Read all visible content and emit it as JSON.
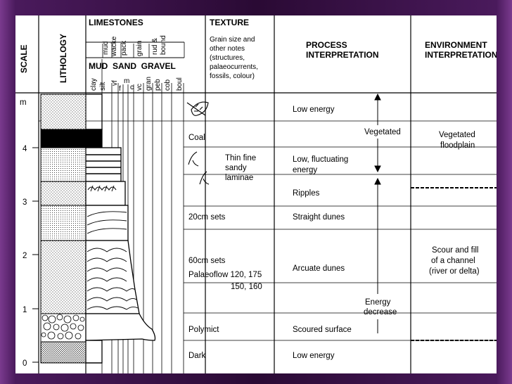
{
  "headers": {
    "scale": "SCALE",
    "lithology": "LITHOLOGY",
    "limestones": "LIMESTONES",
    "limestone_types": [
      "mud",
      "wacke",
      "pack",
      "grain",
      "rud &",
      "bound"
    ],
    "mud_sand_gravel": "MUD  SAND  GRAVEL",
    "grain_sizes": [
      "clay",
      "silt",
      "vf",
      "f",
      "m",
      "c",
      "vc",
      "gran",
      "peb",
      "cob",
      "boul"
    ],
    "texture_title": "TEXTURE",
    "texture_sub": [
      "Grain size and",
      "other notes",
      "(structures,",
      "palaeocurrents,",
      "fossils, colour)"
    ],
    "process_title": [
      "PROCESS",
      "INTERPRETATION"
    ],
    "environment_title": [
      "ENVIRONMENT",
      "INTERPRETATION"
    ]
  },
  "scale": {
    "unit": "m",
    "ticks": [
      "4",
      "3",
      "2",
      "1",
      "0"
    ]
  },
  "texture_notes": {
    "coal": "Coal",
    "thin": [
      "Thin fine",
      "sandy",
      "laminae"
    ],
    "sets20": "20cm sets",
    "sets60": "60cm sets",
    "palaeoflow": [
      "Palaeoflow 120, 175",
      "150, 160"
    ],
    "polymict": "Polymict",
    "dark": "Dark"
  },
  "process_notes": {
    "low_energy_top": "Low energy",
    "vegetated": "Vegetated",
    "low_fluct": [
      "Low, fluctuating",
      "energy"
    ],
    "ripples": "Ripples",
    "straight": "Straight dunes",
    "arcuate": "Arcuate dunes",
    "energy_decrease": [
      "Energy",
      "decrease"
    ],
    "scoured": "Scoured surface",
    "low_energy_bottom": "Low energy"
  },
  "environment_notes": {
    "floodplain": [
      "Vegetated",
      "floodplain"
    ],
    "channel": [
      "Scour and fill",
      "of a channel",
      "(river or delta)"
    ]
  },
  "colors": {
    "sheet": "#ffffff",
    "ink": "#000000",
    "frame": "#4a1a5c"
  }
}
